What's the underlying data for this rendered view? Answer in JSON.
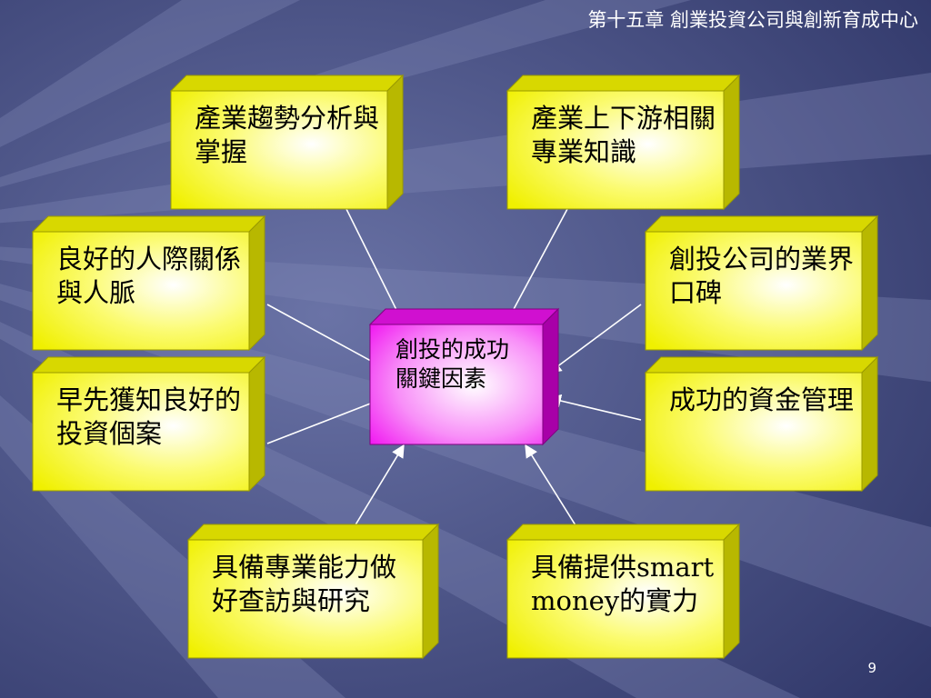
{
  "header": {
    "title": "第十五章 創業投資公司與創新育成中心"
  },
  "center": {
    "label": "創投的成功關鍵因素"
  },
  "factors": [
    {
      "id": "industry-trend",
      "label": "產業趨勢分析與掌握"
    },
    {
      "id": "supply-chain",
      "label": "產業上下游相關專業知識"
    },
    {
      "id": "relationships",
      "label": "良好的人際關係與人脈"
    },
    {
      "id": "reputation",
      "label": "創投公司的業界口碑"
    },
    {
      "id": "early-insight",
      "label": "早先獲知良好的投資個案"
    },
    {
      "id": "fund-management",
      "label": "成功的資金管理"
    },
    {
      "id": "due-diligence",
      "label": "具備專業能力做好查訪與研究"
    },
    {
      "id": "smart-money",
      "label": "具備提供smart money的實力"
    }
  ],
  "footer": {
    "page_number": "9"
  },
  "colors": {
    "background": "#5b6394",
    "box": "#f4f400",
    "center_box": "#f020f0",
    "arrow": "#ffffff"
  }
}
